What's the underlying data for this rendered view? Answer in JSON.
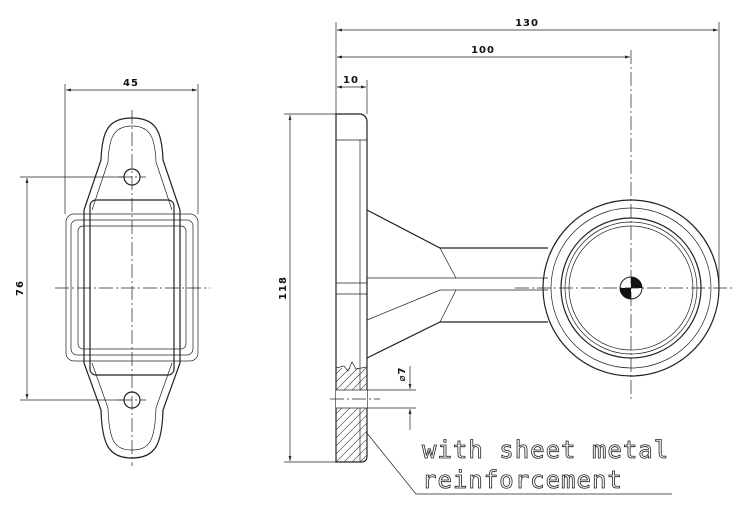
{
  "dimensions": {
    "front_width": "45",
    "front_height": "76",
    "side_height": "118",
    "overall_length": "130",
    "center_distance": "100",
    "base_thickness": "10",
    "hole_diameter": "⌀7"
  },
  "note": {
    "line1": "with sheet metal",
    "line2": "reinforcement"
  },
  "colors": {
    "ink": "#222222",
    "background": "#ffffff"
  }
}
